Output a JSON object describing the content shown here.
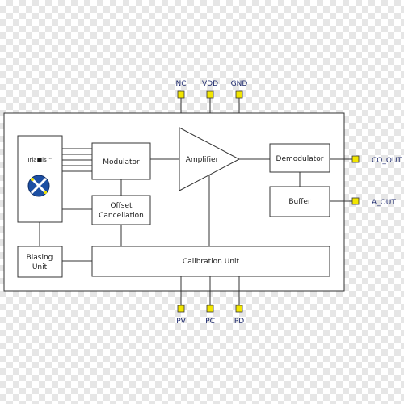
{
  "pins_top": [
    "NC",
    "VDD",
    "GND"
  ],
  "pins_bottom": [
    "PV",
    "PC",
    "PD"
  ],
  "pins_right": [
    "CO_OUT",
    "A_OUT"
  ],
  "blocks": {
    "sensor": "Tria■is™",
    "modulator": "Modulator",
    "offset_line1": "Offset",
    "offset_line2": "Cancellation",
    "amplifier": "Amplifier",
    "demodulator": "Demodulator",
    "buffer": "Buffer",
    "biasing_line1": "Biasing",
    "biasing_line2": "Unit",
    "calibration": "Calibration Unit"
  },
  "colors": {
    "pin_fill": "#f2e600",
    "line": "#333333",
    "pin_text": "#1e2a6e"
  }
}
